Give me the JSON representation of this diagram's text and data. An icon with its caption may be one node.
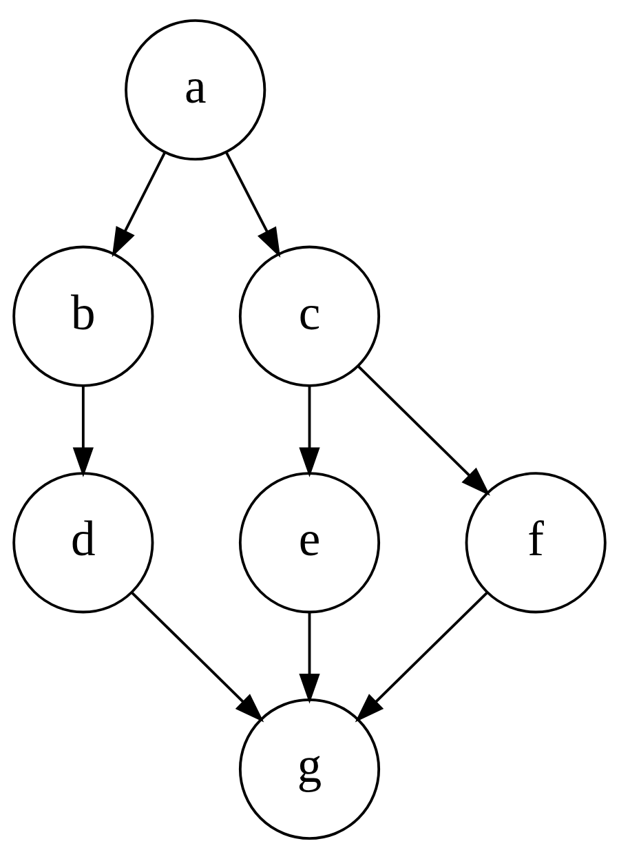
{
  "diagram": {
    "nodes": [
      {
        "text": [
          "a"
        ]
      },
      {
        "text": [
          "b"
        ]
      },
      {
        "text": [
          "c"
        ]
      },
      {
        "text": [
          "d"
        ]
      },
      {
        "text": [
          "e"
        ]
      },
      {
        "text": [
          "f"
        ]
      },
      {
        "text": [
          "g"
        ]
      }
    ],
    "edges": [
      {
        "from": 0,
        "to": 1,
        "arrow": "to"
      },
      {
        "from": 0,
        "to": 2,
        "arrow": "to"
      },
      {
        "from": 1,
        "to": 3,
        "arrow": "to"
      },
      {
        "from": 2,
        "to": 4,
        "arrow": "to"
      },
      {
        "from": 2,
        "to": 5,
        "arrow": "to"
      },
      {
        "from": 3,
        "to": 6,
        "arrow": "to"
      },
      {
        "from": 4,
        "to": 6,
        "arrow": "to"
      },
      {
        "from": 5,
        "to": 6,
        "arrow": "to"
      }
    ]
  }
}
